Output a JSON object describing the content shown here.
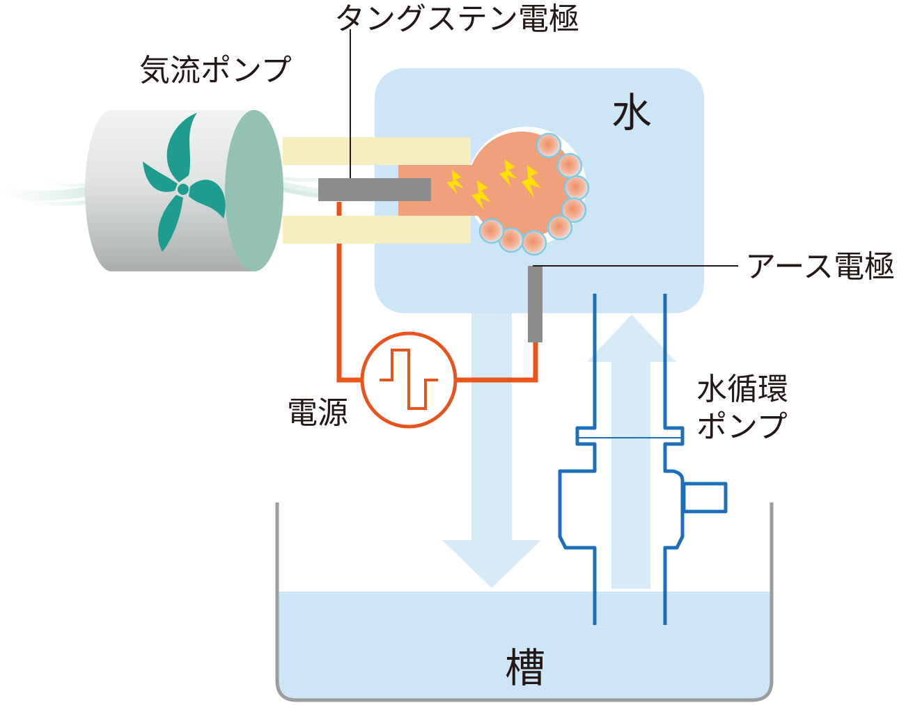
{
  "labels": {
    "tungsten_electrode": "タングステン電極",
    "airflow_pump": "気流ポンプ",
    "water": "水",
    "earth_electrode": "アース電極",
    "water_circulation_pump_line1": "水循環",
    "water_circulation_pump_line2": "ポンプ",
    "power_source": "電源",
    "tank": "槽"
  },
  "colors": {
    "water_light": "#cce6f7",
    "water_flow_arrow": "#d6eaf8",
    "pipe_blue": "#1b6fb8",
    "power_wire": "#e8541c",
    "plasma": "#f0a07a",
    "spark": "#ffe100",
    "electrode_gray": "#8c8c8c",
    "insulator_yellow": "#f5efc0",
    "fan_teal": "#1e9c90",
    "bubble": "#7ccbe8"
  }
}
